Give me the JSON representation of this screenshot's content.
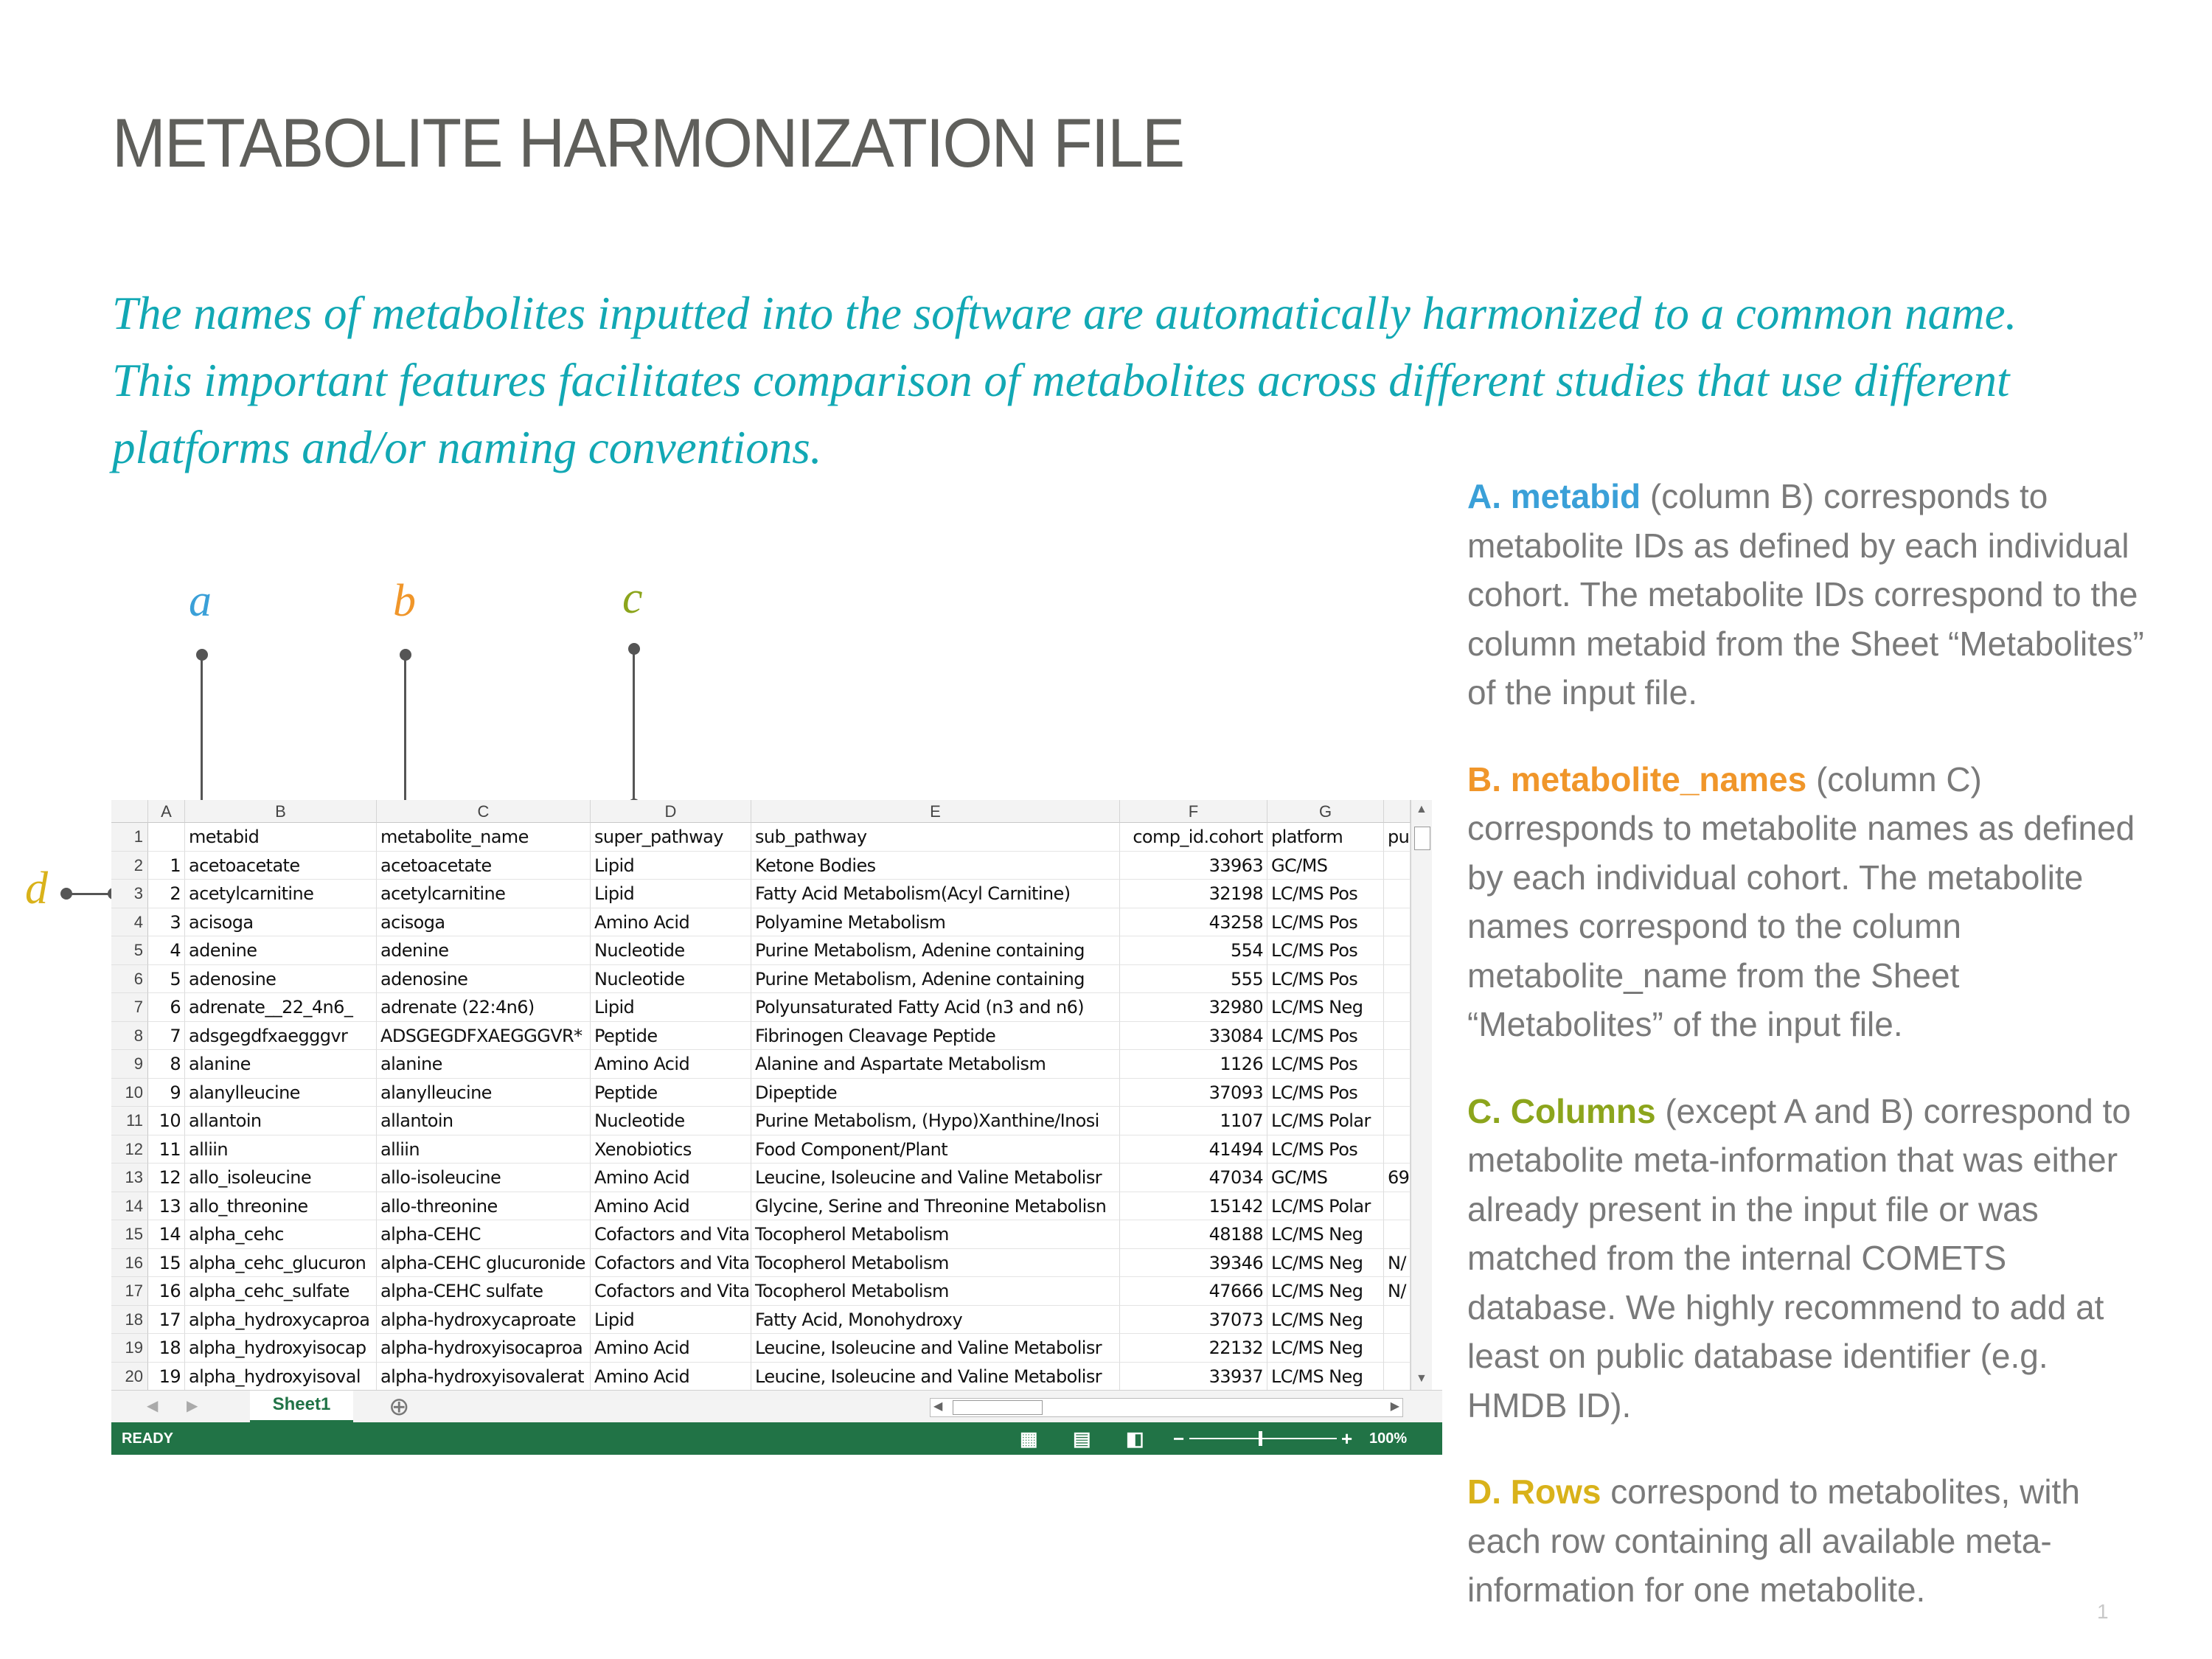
{
  "title": "METABOLITE HARMONIZATION FILE",
  "intro": "The names of metabolites inputted into the software are automatically harmonized to a common name. This important features facilitates comparison of metabolites across different studies that use different platforms and/or naming conventions.",
  "annotations": {
    "a": "a",
    "b": "b",
    "c": "c",
    "d": "d"
  },
  "colors": {
    "a": "#3aa0d8",
    "b": "#f0962a",
    "c": "#8ca51c",
    "d": "#d9b21a",
    "teal": "#12a8b4",
    "excel_green": "#217346"
  },
  "descriptions": {
    "a_key": "A. metabid",
    "a_text": " (column B) corresponds to metabolite IDs as defined by each individual cohort. The metabolite IDs correspond to the column metabid from the Sheet “Metabolites” of the input file.",
    "b_key": "B. metabolite_names",
    "b_text": " (column C) corresponds to metabolite names as defined by each individual cohort. The metabolite names correspond to the column metabolite_name from the Sheet “Metabolites” of the input file.",
    "c_key": "C. Columns",
    "c_text": " (except A and B) correspond to metabolite meta-information that was either already present in the input file or was matched from the internal COMETS database. We highly recommend to add at least on public database identifier (e.g. HMDB ID).",
    "d_key": "D. Rows",
    "d_text": " correspond to metabolites, with each row containing all available meta-information for one metabolite."
  },
  "page_number": "1",
  "spreadsheet": {
    "column_letters": [
      "A",
      "B",
      "C",
      "D",
      "E",
      "F",
      "G"
    ],
    "sheet_tab": "Sheet1",
    "status": "READY",
    "zoom": "100%",
    "add_sheet": "⊕",
    "rows": [
      {
        "n": "1",
        "a": "",
        "b": "metabid",
        "c": "metabolite_name",
        "d": "super_pathway",
        "e": "sub_pathway",
        "f": "comp_id.cohort",
        "g": "platform",
        "h": "pu"
      },
      {
        "n": "2",
        "a": "1",
        "b": "acetoacetate",
        "c": "acetoacetate",
        "d": "Lipid",
        "e": "Ketone Bodies",
        "f": "33963",
        "g": "GC/MS",
        "h": ""
      },
      {
        "n": "3",
        "a": "2",
        "b": "acetylcarnitine",
        "c": "acetylcarnitine",
        "d": "Lipid",
        "e": "Fatty Acid Metabolism(Acyl Carnitine)",
        "f": "32198",
        "g": "LC/MS Pos",
        "h": ""
      },
      {
        "n": "4",
        "a": "3",
        "b": "acisoga",
        "c": "acisoga",
        "d": "Amino Acid",
        "e": "Polyamine Metabolism",
        "f": "43258",
        "g": "LC/MS Pos",
        "h": ""
      },
      {
        "n": "5",
        "a": "4",
        "b": "adenine",
        "c": "adenine",
        "d": "Nucleotide",
        "e": "Purine Metabolism, Adenine containing",
        "f": "554",
        "g": "LC/MS Pos",
        "h": ""
      },
      {
        "n": "6",
        "a": "5",
        "b": "adenosine",
        "c": "adenosine",
        "d": "Nucleotide",
        "e": "Purine Metabolism, Adenine containing",
        "f": "555",
        "g": "LC/MS Pos",
        "h": ""
      },
      {
        "n": "7",
        "a": "6",
        "b": "adrenate__22_4n6_",
        "c": "adrenate (22:4n6)",
        "d": "Lipid",
        "e": "Polyunsaturated Fatty Acid (n3 and n6)",
        "f": "32980",
        "g": "LC/MS Neg",
        "h": ""
      },
      {
        "n": "8",
        "a": "7",
        "b": "adsgegdfxaegggvr",
        "c": "ADSGEGDFXAEGGGVR*",
        "d": "Peptide",
        "e": "Fibrinogen Cleavage Peptide",
        "f": "33084",
        "g": "LC/MS Pos",
        "h": ""
      },
      {
        "n": "9",
        "a": "8",
        "b": "alanine",
        "c": "alanine",
        "d": "Amino Acid",
        "e": "Alanine and Aspartate Metabolism",
        "f": "1126",
        "g": "LC/MS Pos",
        "h": ""
      },
      {
        "n": "10",
        "a": "9",
        "b": "alanylleucine",
        "c": "alanylleucine",
        "d": "Peptide",
        "e": "Dipeptide",
        "f": "37093",
        "g": "LC/MS Pos",
        "h": ""
      },
      {
        "n": "11",
        "a": "10",
        "b": "allantoin",
        "c": "allantoin",
        "d": "Nucleotide",
        "e": "Purine Metabolism, (Hypo)Xanthine/Inosi",
        "f": "1107",
        "g": "LC/MS Polar",
        "h": ""
      },
      {
        "n": "12",
        "a": "11",
        "b": "alliin",
        "c": "alliin",
        "d": "Xenobiotics",
        "e": "Food Component/Plant",
        "f": "41494",
        "g": "LC/MS Pos",
        "h": ""
      },
      {
        "n": "13",
        "a": "12",
        "b": "allo_isoleucine",
        "c": "allo-isoleucine",
        "d": "Amino Acid",
        "e": "Leucine, Isoleucine and Valine Metabolisr",
        "f": "47034",
        "g": "GC/MS",
        "h": "69"
      },
      {
        "n": "14",
        "a": "13",
        "b": "allo_threonine",
        "c": "allo-threonine",
        "d": "Amino Acid",
        "e": "Glycine, Serine and Threonine Metabolisn",
        "f": "15142",
        "g": "LC/MS Polar",
        "h": ""
      },
      {
        "n": "15",
        "a": "14",
        "b": "alpha_cehc",
        "c": "alpha-CEHC",
        "d": "Cofactors and Vita",
        "e": "Tocopherol Metabolism",
        "f": "48188",
        "g": "LC/MS Neg",
        "h": ""
      },
      {
        "n": "16",
        "a": "15",
        "b": "alpha_cehc_glucuron",
        "c": "alpha-CEHC glucuronide",
        "d": "Cofactors and Vita",
        "e": "Tocopherol Metabolism",
        "f": "39346",
        "g": "LC/MS Neg",
        "h": "N/"
      },
      {
        "n": "17",
        "a": "16",
        "b": "alpha_cehc_sulfate",
        "c": "alpha-CEHC sulfate",
        "d": "Cofactors and Vita",
        "e": "Tocopherol Metabolism",
        "f": "47666",
        "g": "LC/MS Neg",
        "h": "N/"
      },
      {
        "n": "18",
        "a": "17",
        "b": "alpha_hydroxycaproa",
        "c": "alpha-hydroxycaproate",
        "d": "Lipid",
        "e": "Fatty Acid, Monohydroxy",
        "f": "37073",
        "g": "LC/MS Neg",
        "h": ""
      },
      {
        "n": "19",
        "a": "18",
        "b": "alpha_hydroxyisocap",
        "c": "alpha-hydroxyisocaproa",
        "d": "Amino Acid",
        "e": "Leucine, Isoleucine and Valine Metabolisr",
        "f": "22132",
        "g": "LC/MS Neg",
        "h": ""
      },
      {
        "n": "20",
        "a": "19",
        "b": "alpha_hydroxyisoval",
        "c": "alpha-hydroxyisovalerat",
        "d": "Amino Acid",
        "e": "Leucine, Isoleucine and Valine Metabolisr",
        "f": "33937",
        "g": "LC/MS Neg",
        "h": ""
      }
    ]
  }
}
